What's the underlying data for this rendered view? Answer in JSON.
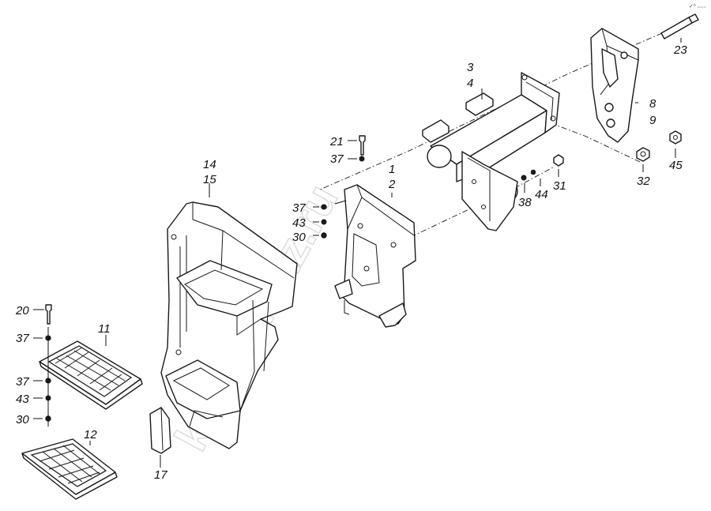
{
  "diagram": {
    "watermark": "kap-kamaz.ru",
    "corner_mark": "✓⁰ ₌₌₌",
    "labels": {
      "p23": "23",
      "p3": "3",
      "p4": "4",
      "p8": "8",
      "p9": "9",
      "p21": "21",
      "p37a": "37",
      "p1": "1",
      "p2": "2",
      "p14": "14",
      "p15": "15",
      "p37b": "37",
      "p43a": "43",
      "p30a": "30",
      "p31": "31",
      "p44": "44",
      "p38": "38",
      "p32": "32",
      "p45": "45",
      "p20": "20",
      "p11": "11",
      "p37c": "37",
      "p37d": "37",
      "p43b": "43",
      "p30b": "30",
      "p12": "12",
      "p17": "17"
    }
  }
}
